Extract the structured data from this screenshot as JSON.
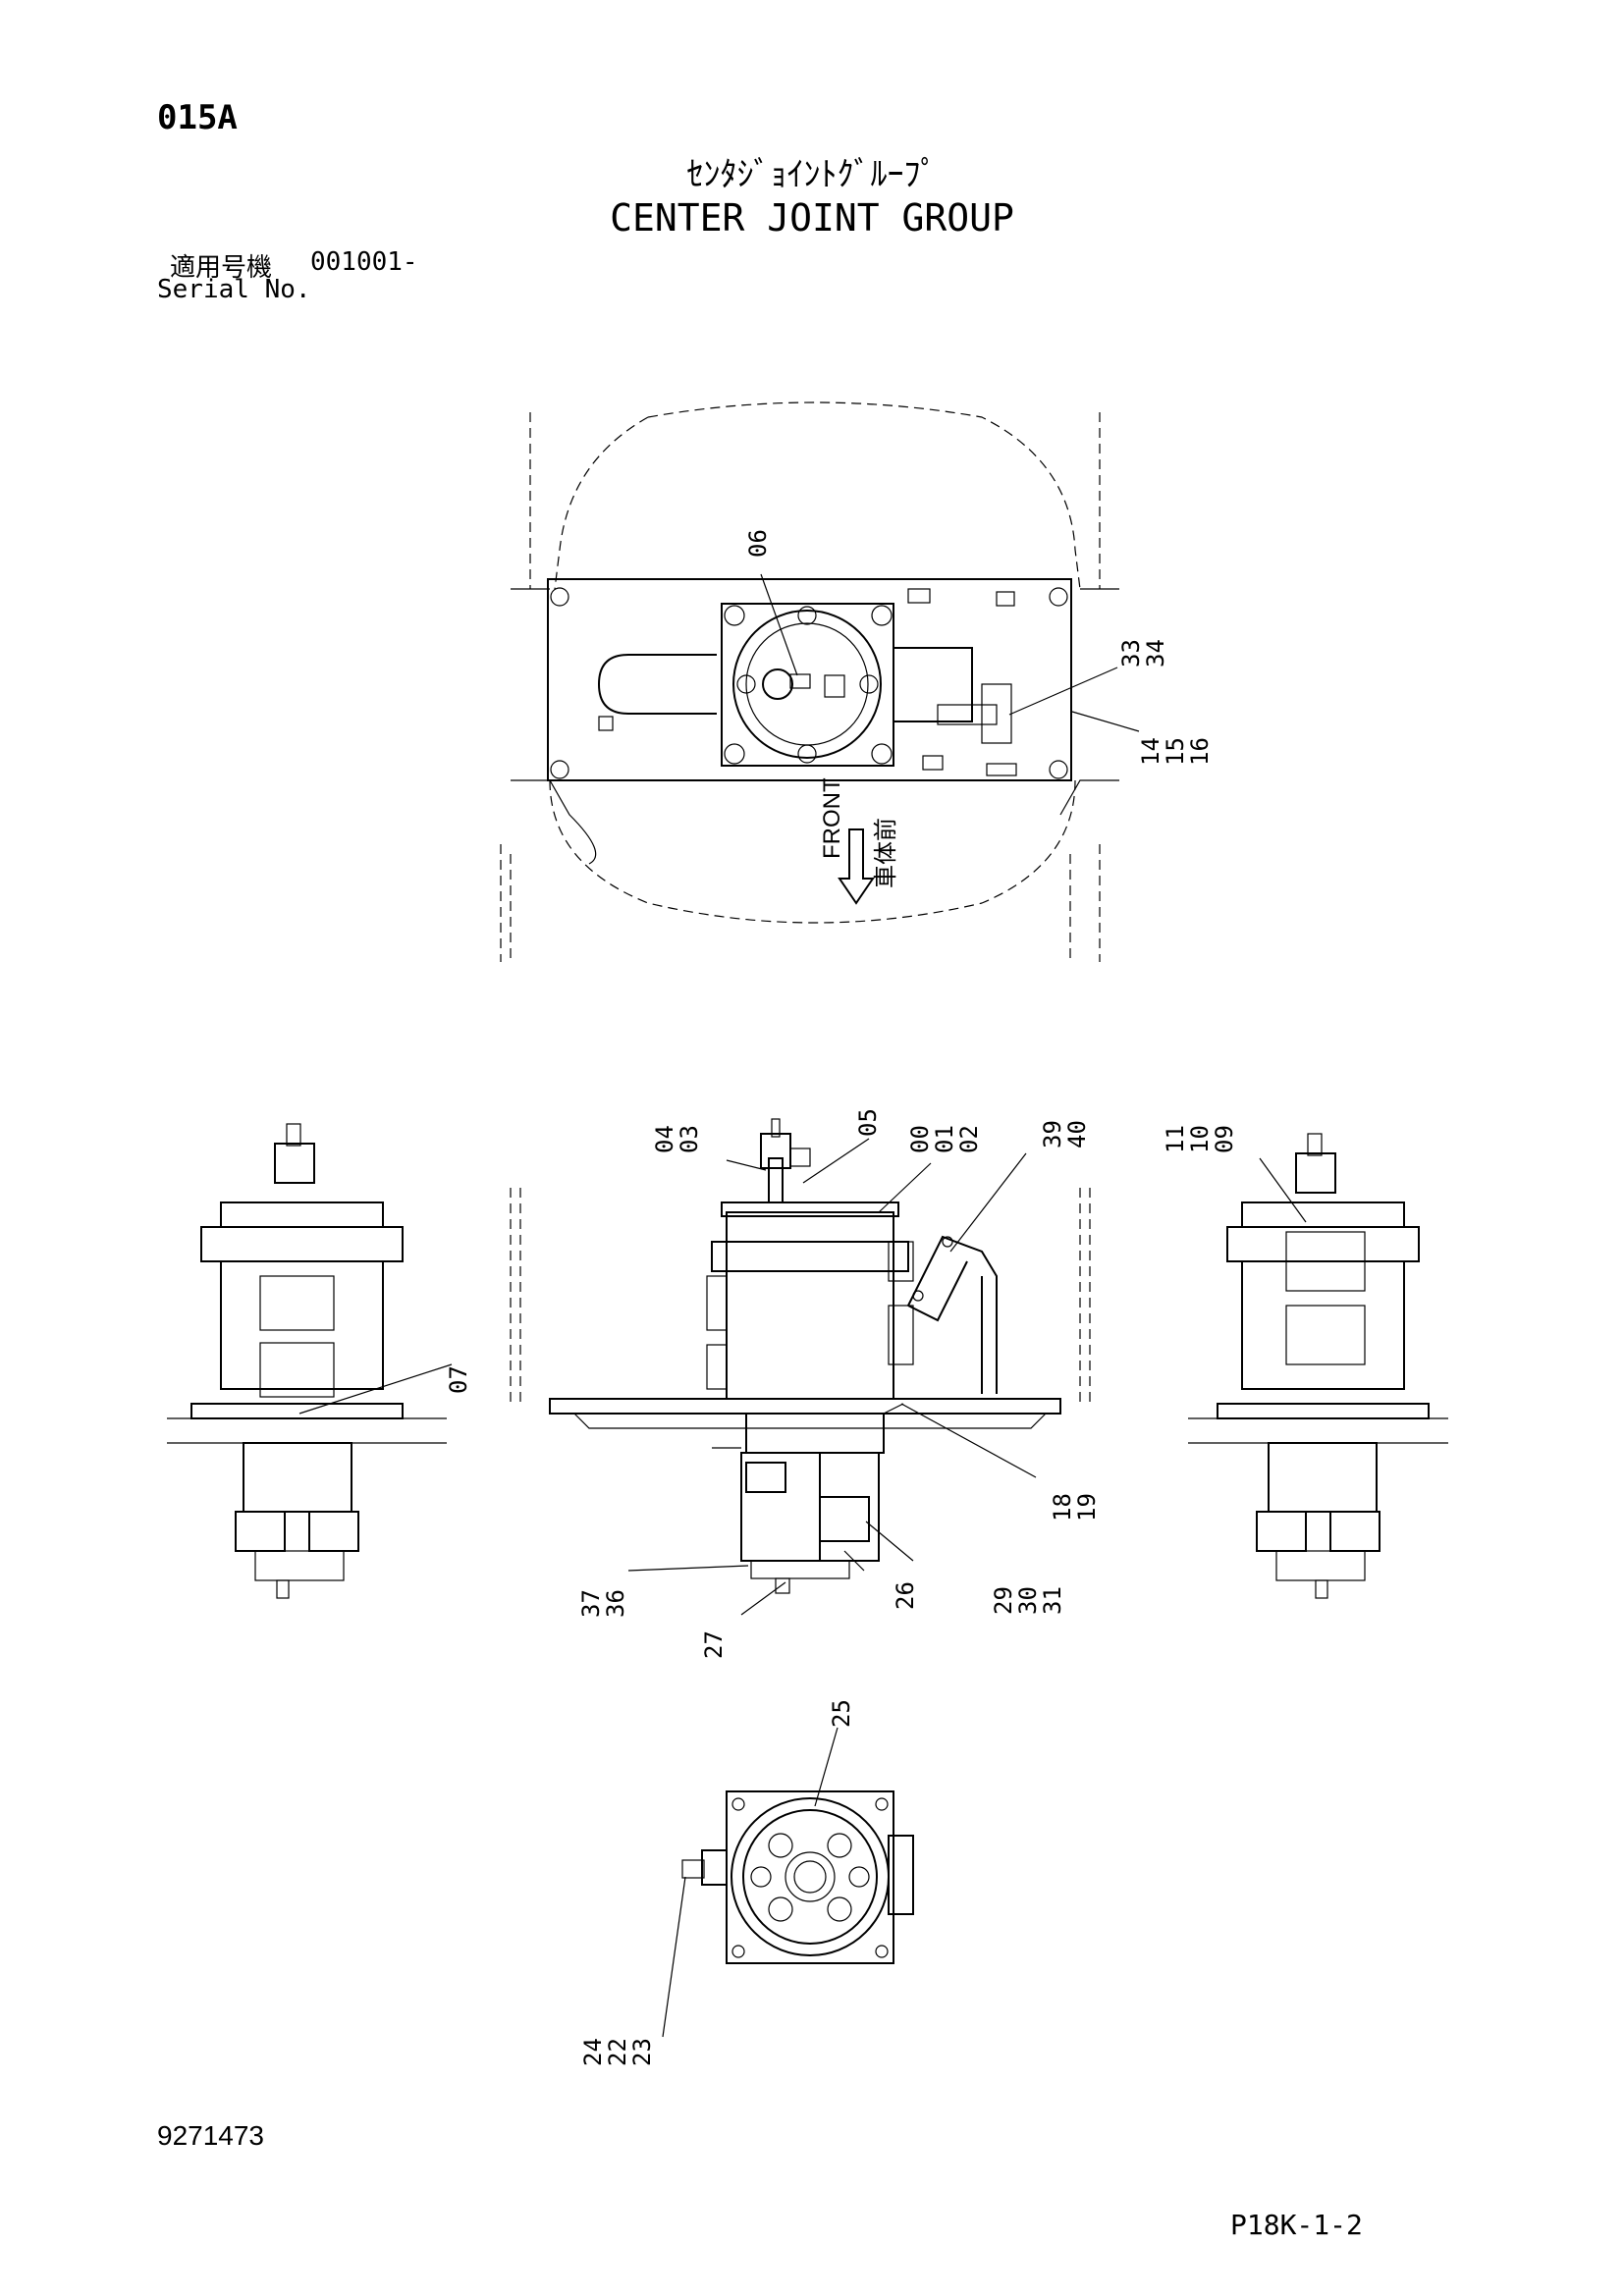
{
  "header": {
    "page_code": "015A",
    "title_jp": "ｾﾝﾀｼﾞｮｲﾝﾄｸﾞﾙｰﾌﾟ",
    "title_en": "CENTER JOINT GROUP",
    "serial_label_jp": "適用号機",
    "serial_value": "001001-",
    "serial_label_en": "Serial No."
  },
  "footer": {
    "doc_number": "9271473",
    "page_ref": "P18K-1-2"
  },
  "direction": {
    "label_en": "FRONT",
    "label_jp": "車体前"
  },
  "callouts": {
    "c06": "06",
    "c33": "33",
    "c34": "34",
    "c14": "14",
    "c15": "15",
    "c16": "16",
    "c04": "04",
    "c03": "03",
    "c05": "05",
    "c00": "00",
    "c01": "01",
    "c02": "02",
    "c39": "39",
    "c40": "40",
    "c11": "11",
    "c10": "10",
    "c09": "09",
    "c07": "07",
    "c18": "18",
    "c19": "19",
    "c37": "37",
    "c36": "36",
    "c27": "27",
    "c26": "26",
    "c29": "29",
    "c30": "30",
    "c31": "31",
    "c25": "25",
    "c24": "24",
    "c22": "22",
    "c23": "23"
  }
}
